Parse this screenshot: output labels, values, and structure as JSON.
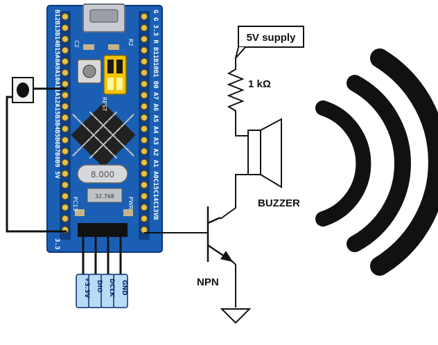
{
  "supply_label": "5V supply",
  "resistor_label": "1 kΩ",
  "buzzer_label": "BUZZER",
  "transistor_label": "NPN",
  "board": {
    "left_pins_text": "B12B13B14B15A8A9A10A11A12A15B3B4B5B6B7B8B9 5V",
    "right_pins_text": "G G 3.3 R B11B10B1 B0 A7 A6 A5 A4 A3 A2 A1 A0C15C14C13VB",
    "left_bottom": "3.3",
    "reset_label": "REST",
    "r2_label": "R2",
    "c2_label": "C2",
    "crystal_label": "8.000",
    "pc13_label": "PC13",
    "pwr_label": "PWR",
    "rtc_label": "32.768"
  },
  "debug_pins": [
    "+3.3V",
    "DIO",
    "DCLK",
    "GND"
  ],
  "colors": {
    "board": "#1a5fb4",
    "wire": "#111111",
    "header": "#0f3f86"
  }
}
